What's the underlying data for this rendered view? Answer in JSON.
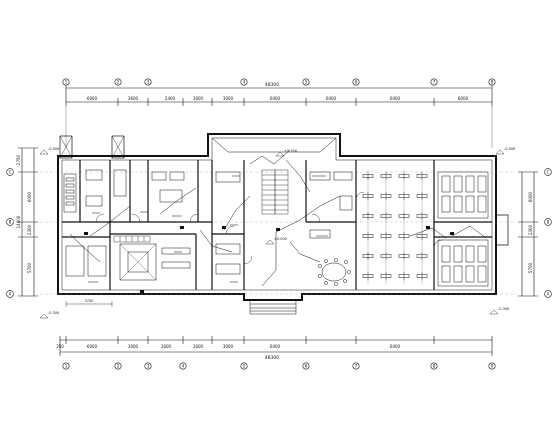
{
  "drawing": {
    "overall_top": "48300",
    "overall_bottom": "48300",
    "top_dims": [
      "6000",
      "3600",
      "2400",
      "3000",
      "3000",
      "6000",
      "6000",
      "6000",
      "6000"
    ],
    "bottom_dims": [
      "350",
      "6000",
      "3000",
      "3000",
      "3000",
      "3000",
      "6000",
      "6000"
    ],
    "col_axes": [
      "1",
      "2",
      "3",
      "4",
      "5",
      "6",
      "7",
      "8",
      "9"
    ],
    "row_axes": [
      "C",
      "B",
      "A"
    ],
    "left_dims": [
      "2750",
      "6000",
      "14000",
      "2300",
      "5700"
    ],
    "right_dims": [
      "6000",
      "2300",
      "5700"
    ],
    "elevations": [
      "-0.500",
      "+2.700",
      "-0.500",
      "±0.000",
      "-0.300",
      "-0.300"
    ],
    "small_dim": "3700"
  }
}
